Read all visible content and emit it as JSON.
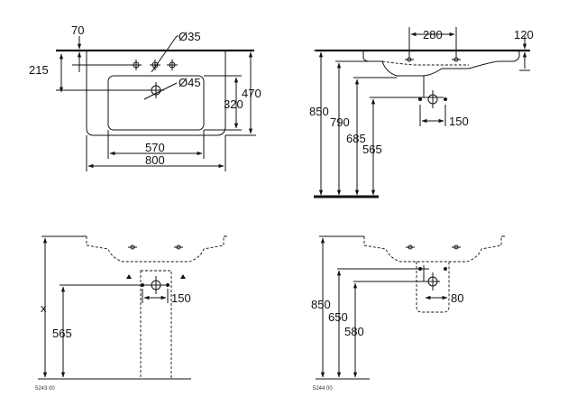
{
  "views": {
    "top": {
      "labels": {
        "wall_offset": "70",
        "hole_depth": "215",
        "tap_hole": "Ø35",
        "waste_hole": "Ø45",
        "basin_depth": "320",
        "total_depth": "470",
        "basin_width": "570",
        "total_width": "800"
      }
    },
    "side": {
      "labels": {
        "tap_spacing": "280",
        "rim_height": "120",
        "h850": "850",
        "h790": "790",
        "h685": "685",
        "h565": "565",
        "waste_offset": "150"
      }
    },
    "front_pedestal": {
      "labels": {
        "variable_height": "x",
        "h565": "565",
        "waste_offset": "150",
        "drawing_code": "5243 00"
      }
    },
    "front_semi_pedestal": {
      "labels": {
        "h850": "850",
        "h650": "650",
        "h580": "580",
        "waste_offset": "80",
        "drawing_code": "5244 00"
      }
    }
  }
}
